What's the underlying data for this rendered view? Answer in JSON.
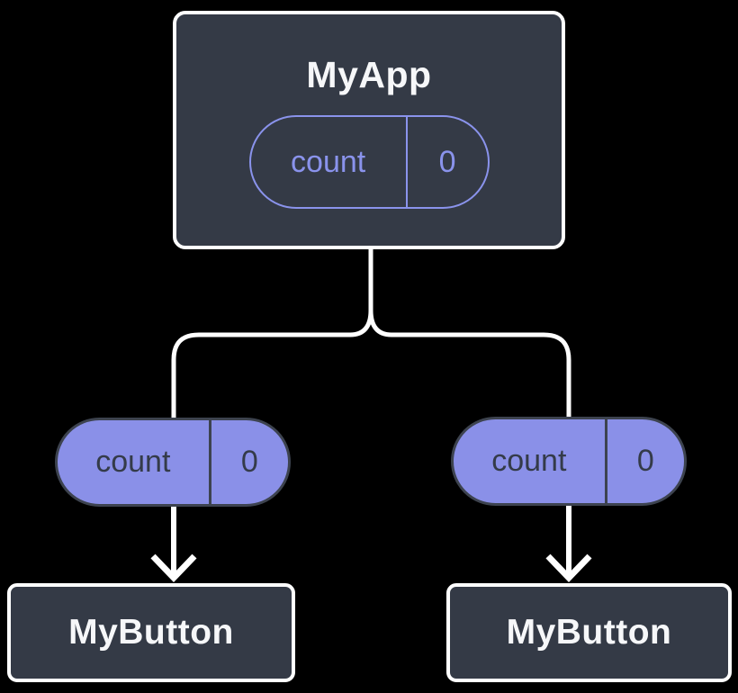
{
  "canvas": {
    "background": "#000000"
  },
  "colors": {
    "card_background": "#343a46",
    "card_border": "#ffffff",
    "connector": "#ffffff",
    "accent_pill_fill": "#8a90e8",
    "accent_pill_outline": "#8a93ec",
    "pill_dark_text": "#343b49",
    "card_text": "#f6f7f9"
  },
  "icons": {
    "arrow_down": "arrow-down-icon"
  },
  "root_card": {
    "title": "MyApp",
    "state_pill": {
      "label": "count",
      "value": "0"
    }
  },
  "prop_pills": [
    {
      "label": "count",
      "value": "0"
    },
    {
      "label": "count",
      "value": "0"
    }
  ],
  "child_cards": [
    {
      "title": "MyButton"
    },
    {
      "title": "MyButton"
    }
  ]
}
